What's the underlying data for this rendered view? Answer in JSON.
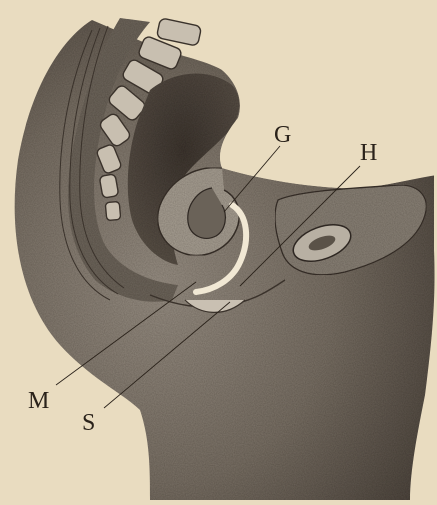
{
  "figure": {
    "labels": {
      "g": "G",
      "h": "H",
      "m": "M",
      "s": "S"
    },
    "colors": {
      "paper": "#e9dcc0",
      "ink": "#2a221a",
      "shade_dark": "#5a5046",
      "shade_mid": "#8e857a",
      "shade_light": "#bdb5a8"
    }
  }
}
